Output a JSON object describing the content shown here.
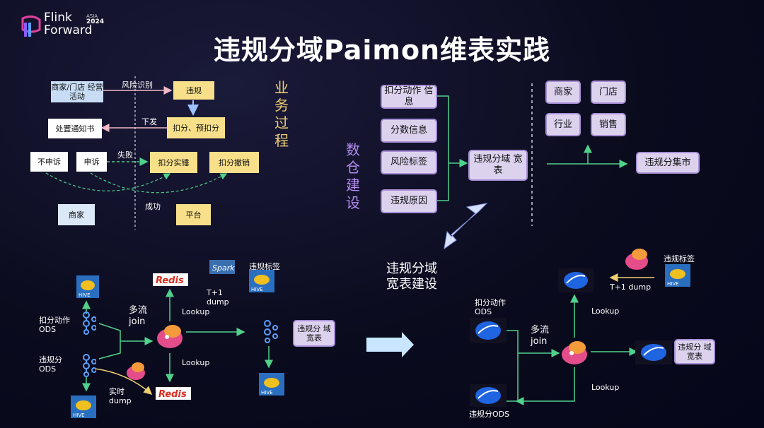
{
  "logo": {
    "line1": "Flink",
    "line2": "Forward",
    "badge1": "ASIA",
    "badge2": "2024"
  },
  "title": "违规分域Paimon维表实践",
  "top_left": {
    "side_label": "业务过程",
    "boxes": {
      "merchant_activity": "商家/门店 经营活动",
      "violation": "违规",
      "deduct": "扣分、预扣分",
      "notice": "处置通知书",
      "no_appeal": "不申诉",
      "appeal": "申诉",
      "deduct_confirm": "扣分实锤",
      "deduct_cancel": "扣分撤销",
      "merchant": "商家",
      "platform": "平台"
    },
    "edge_labels": {
      "risk": "风险识别",
      "issue": "下发",
      "fail": "失败",
      "success": "成功"
    }
  },
  "top_right": {
    "side_label": "数仓建设",
    "sources": [
      "扣分动作 信息",
      "分数信息",
      "风险标签",
      "违规原因"
    ],
    "wide": "违规分域 宽表",
    "dims": [
      "商家",
      "门店",
      "行业",
      "销售"
    ],
    "mart": "违规分集市"
  },
  "middle": {
    "label": "违规分域 宽表建设"
  },
  "bottom_left": {
    "labels": {
      "deduct_ods": "扣分动作 ODS",
      "viol_ods": "违规分 ODS",
      "multi_join": "多流 join",
      "lookup1": "Lookup",
      "lookup2": "Lookup",
      "tag": "违规标签",
      "t1dump": "T+1 dump",
      "realtime": "实时 dump",
      "wide": "违规分 域宽表"
    },
    "icons": {
      "redis": "Redis",
      "spark": "Spark",
      "hive": "HIVE"
    }
  },
  "bottom_right": {
    "labels": {
      "deduct_ods": "扣分动作 ODS",
      "viol_ods": "违规分ODS",
      "multi_join": "多流 join",
      "lookup1": "Lookup",
      "lookup2": "Lookup",
      "tag": "违规标签",
      "t1dump": "T+1 dump",
      "wide": "违规分 域宽表"
    },
    "icons": {
      "hive": "HIVE"
    }
  },
  "colors": {
    "green": "#4fd18b",
    "accent_yellow": "#f0d070",
    "purple_text": "#b58cf2",
    "pink": "#f2b8c6"
  }
}
